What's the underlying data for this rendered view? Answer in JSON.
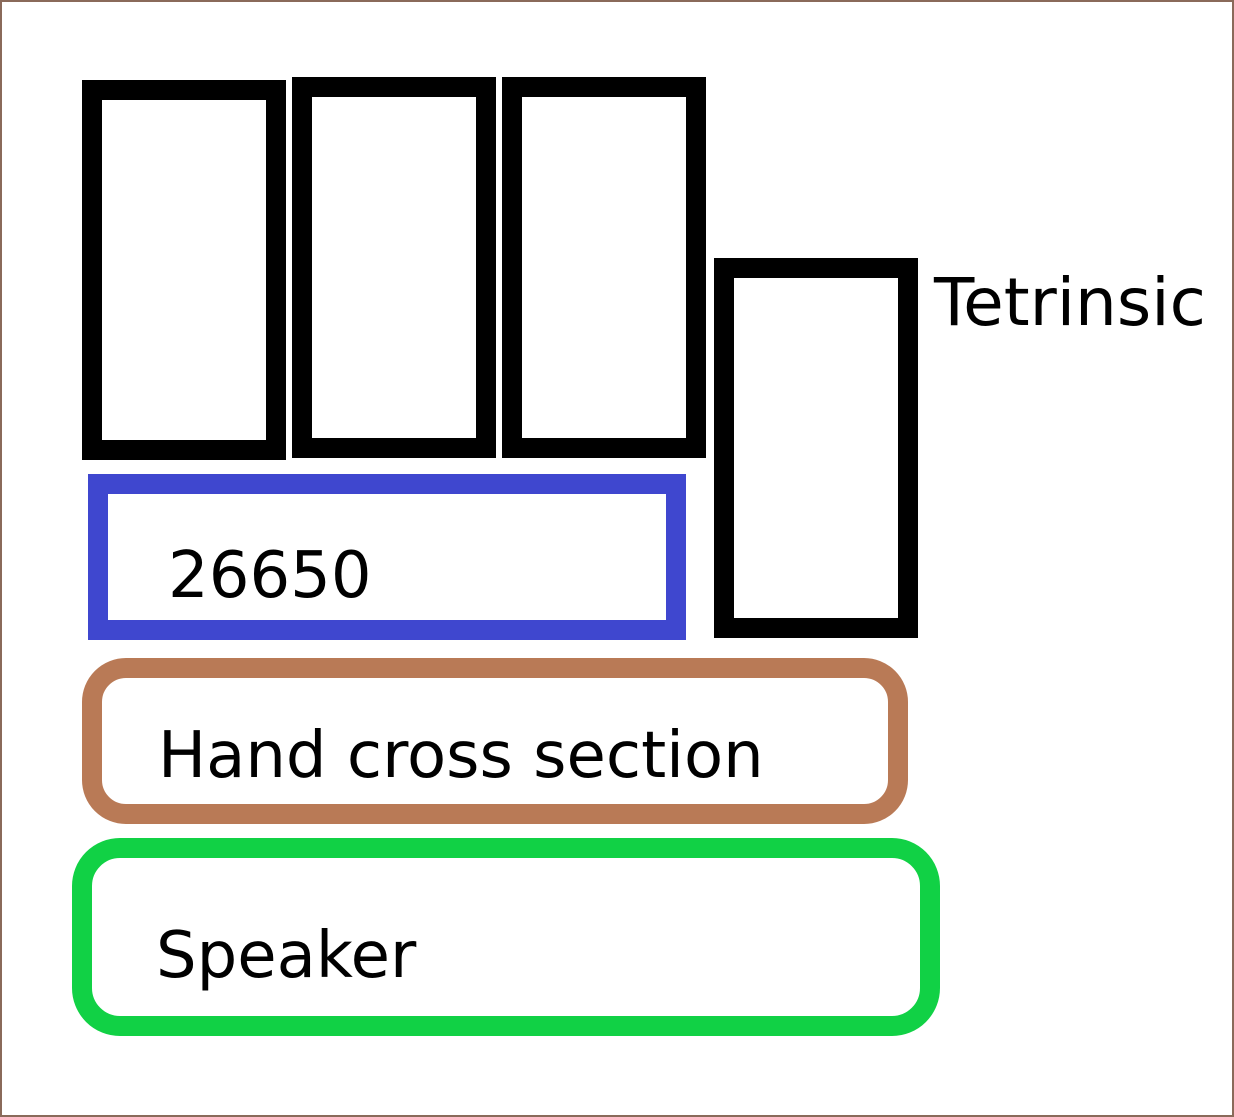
{
  "colors": {
    "frame_border": "#8a6a5a",
    "black_box_border": "#000000",
    "number_border": "#3f47cf",
    "hand_border": "#b97a56",
    "speaker_border": "#11d145"
  },
  "labels": {
    "tetrinsic": "Tetrinsic"
  },
  "fields": {
    "number": "26650",
    "hand": "Hand cross section",
    "speaker": "Speaker"
  }
}
